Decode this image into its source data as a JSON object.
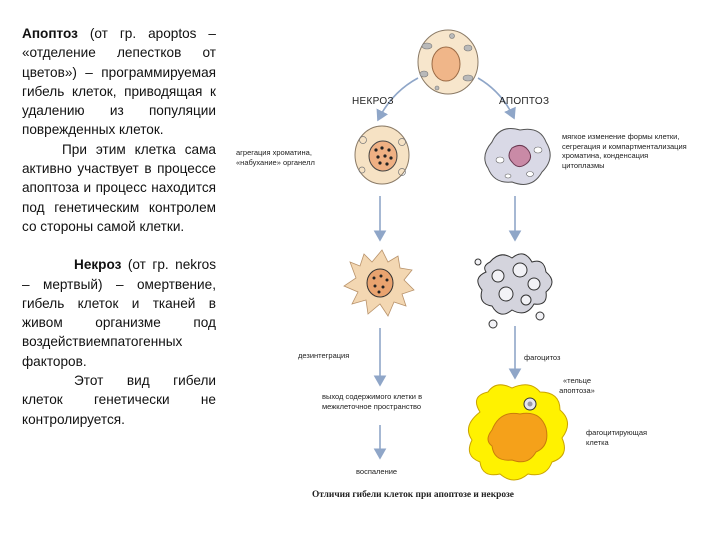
{
  "left_column": {
    "apoptosis_term": "Апоптоз",
    "apoptosis_rest": " (от гр. apoptos – «отделение лепестков от цветов») – программируемая гибель клеток, приводящая к удалению из популяции поврежденных клеток.",
    "apoptosis_note": "При этим клетка сама активно участвует в процессе апоптоза и процесс находится под генетическим контролем со стороны самой клетки.",
    "necrosis_term": "Некроз",
    "necrosis_rest": " (от гр. nekros – мертвый) – омертвение, гибель клеток и тканей в живом организме под воздействиемпатогенных факторов.",
    "necrosis_note": "Этот вид гибели клеток генетически не контролируется."
  },
  "diagram": {
    "necrosis_heading": "НЕКРОЗ",
    "apoptosis_heading": "АПОПТОЗ",
    "necrosis_stage1": "агрегация хроматина, «набухание» органелл",
    "apoptosis_stage1": "мягкое изменение формы клетки, сегрегация и компартментализация хроматина, конденсация цитоплазмы",
    "disintegration": "дезинтеграция",
    "phagocytosis": "фагоцитоз",
    "release": "выход содержимого клетки в межклеточное пространство",
    "apoptotic_bodies": "«тельце апоптоза»",
    "phagocytic_cell": "фагоцитирующая клетка",
    "inflammation": "воспаление",
    "caption": "Отличия гибели клеток при апоптозе и некрозе"
  },
  "colors": {
    "cell_fill": "#f6e2c4",
    "nucleus_fill": "#f1b98a",
    "arrow": "#8fa6c8",
    "apoptotic_fill": "#d9d9e6",
    "apoptotic_nucleus": "#c98aa6",
    "phagocyte_fill": "#fff200",
    "phagocyte_nucleus": "#f5a11a"
  }
}
